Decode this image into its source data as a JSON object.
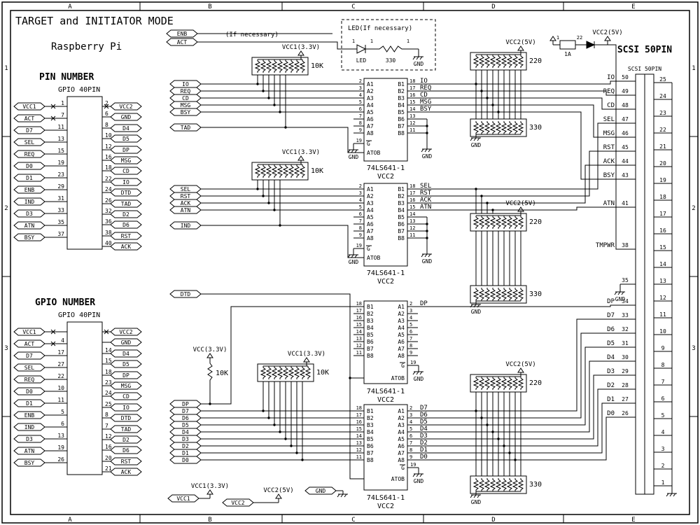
{
  "title": "TARGET and INITIATOR MODE",
  "frame": {
    "cols": [
      "A",
      "B",
      "C",
      "D",
      "E"
    ],
    "rows": [
      "1",
      "2",
      "3"
    ]
  },
  "rpi": {
    "heading": "Raspberry Pi",
    "connectors": [
      {
        "heading": "PIN NUMBER",
        "sub": "GPIO 40PIN",
        "left": [
          {
            "tag": "VCC1",
            "num": "1",
            "x": true
          },
          {
            "tag": "ACT",
            "num": "7",
            "x": true
          },
          {
            "tag": "D7",
            "num": "11"
          },
          {
            "tag": "SEL",
            "num": "13"
          },
          {
            "tag": "REQ",
            "num": "15"
          },
          {
            "tag": "D0",
            "num": "19"
          },
          {
            "tag": "D1",
            "num": "23"
          },
          {
            "tag": "ENB",
            "num": "29"
          },
          {
            "tag": "IND",
            "num": "31"
          },
          {
            "tag": "D3",
            "num": "33"
          },
          {
            "tag": "ATN",
            "num": "35"
          },
          {
            "tag": "BSY",
            "num": "37"
          }
        ],
        "right": [
          {
            "tag": "VCC2",
            "num": "2",
            "x": true
          },
          {
            "tag": "GND",
            "num": "6"
          },
          {
            "tag": "D4",
            "num": "8"
          },
          {
            "tag": "D5",
            "num": "10"
          },
          {
            "tag": "DP",
            "num": "12"
          },
          {
            "tag": "MSG",
            "num": "16"
          },
          {
            "tag": "CD",
            "num": "18"
          },
          {
            "tag": "IO",
            "num": "22"
          },
          {
            "tag": "DTD",
            "num": "24"
          },
          {
            "tag": "TAD",
            "num": "26"
          },
          {
            "tag": "D2",
            "num": "32"
          },
          {
            "tag": "D6",
            "num": "36"
          },
          {
            "tag": "RST",
            "num": "38"
          },
          {
            "tag": "ACK",
            "num": "40"
          }
        ]
      },
      {
        "heading": "GPIO NUMBER",
        "sub": "GPIO 40PIN",
        "left": [
          {
            "tag": "VCC1",
            "num": "",
            "x": true
          },
          {
            "tag": "ACT",
            "num": "4",
            "x": true
          },
          {
            "tag": "D7",
            "num": "17"
          },
          {
            "tag": "SEL",
            "num": "27"
          },
          {
            "tag": "REQ",
            "num": "22"
          },
          {
            "tag": "D0",
            "num": "10"
          },
          {
            "tag": "D1",
            "num": "11"
          },
          {
            "tag": "ENB",
            "num": "5"
          },
          {
            "tag": "IND",
            "num": "6"
          },
          {
            "tag": "D3",
            "num": "13"
          },
          {
            "tag": "ATN",
            "num": "19"
          },
          {
            "tag": "BSY",
            "num": "26"
          }
        ],
        "right": [
          {
            "tag": "VCC2",
            "num": "",
            "x": true
          },
          {
            "tag": "GND",
            "num": ""
          },
          {
            "tag": "D4",
            "num": "14"
          },
          {
            "tag": "D5",
            "num": "15"
          },
          {
            "tag": "DP",
            "num": "18"
          },
          {
            "tag": "MSG",
            "num": "23"
          },
          {
            "tag": "CD",
            "num": "24"
          },
          {
            "tag": "IO",
            "num": "25"
          },
          {
            "tag": "DTD",
            "num": "8"
          },
          {
            "tag": "TAD",
            "num": "7"
          },
          {
            "tag": "D2",
            "num": "12"
          },
          {
            "tag": "D6",
            "num": "16"
          },
          {
            "tag": "RST",
            "num": "20"
          },
          {
            "tag": "ACK",
            "num": "21"
          }
        ]
      }
    ]
  },
  "mid": {
    "enb": "ENB",
    "act": "ACT",
    "if_necessary": "(If necessary)",
    "chip1_inputs": [
      "IO",
      "REQ",
      "CD",
      "MSG",
      "BSY"
    ],
    "tad": "TAD",
    "chip2_inputs": [
      "SEL",
      "RST",
      "ACK",
      "ATN"
    ],
    "ind": "IND",
    "dtd": "DTD",
    "data_tags": [
      "DP",
      "D7",
      "D6",
      "D5",
      "D4",
      "D3",
      "D2",
      "D1",
      "D0"
    ]
  },
  "chips": [
    {
      "part": "74LS641-1",
      "power": "VCC2",
      "enable": "G",
      "enable_pin": "19",
      "dir": "ATOB",
      "left": [
        {
          "pin": "A1",
          "num": "2"
        },
        {
          "pin": "A2",
          "num": "3"
        },
        {
          "pin": "A3",
          "num": "4"
        },
        {
          "pin": "A4",
          "num": "5"
        },
        {
          "pin": "A5",
          "num": "6"
        },
        {
          "pin": "A6",
          "num": "7"
        },
        {
          "pin": "A7",
          "num": "8"
        },
        {
          "pin": "A8",
          "num": "9"
        }
      ],
      "right": [
        {
          "pin": "B1",
          "num": "18",
          "sig": "IO"
        },
        {
          "pin": "B2",
          "num": "17",
          "sig": "REQ"
        },
        {
          "pin": "B3",
          "num": "16",
          "sig": "CD"
        },
        {
          "pin": "B4",
          "num": "15",
          "sig": "MSG"
        },
        {
          "pin": "B5",
          "num": "14",
          "sig": "BSY"
        },
        {
          "pin": "B6",
          "num": "13"
        },
        {
          "pin": "B7",
          "num": "12"
        },
        {
          "pin": "B8",
          "num": "11"
        }
      ]
    },
    {
      "part": "74LS641-1",
      "power": "VCC2",
      "enable": "G",
      "enable_pin": "19",
      "dir": "ATOB",
      "left": [
        {
          "pin": "A1",
          "num": "2"
        },
        {
          "pin": "A2",
          "num": "3"
        },
        {
          "pin": "A3",
          "num": "4"
        },
        {
          "pin": "A4",
          "num": "5"
        },
        {
          "pin": "A5",
          "num": "6"
        },
        {
          "pin": "A6",
          "num": "7"
        },
        {
          "pin": "A7",
          "num": "8"
        },
        {
          "pin": "A8",
          "num": "9"
        }
      ],
      "right": [
        {
          "pin": "B1",
          "num": "18",
          "sig": "SEL"
        },
        {
          "pin": "B2",
          "num": "17",
          "sig": "RST"
        },
        {
          "pin": "B3",
          "num": "16",
          "sig": "ACK"
        },
        {
          "pin": "B4",
          "num": "15",
          "sig": "ATN"
        },
        {
          "pin": "B5",
          "num": "14"
        },
        {
          "pin": "B6",
          "num": "13"
        },
        {
          "pin": "B7",
          "num": "12"
        },
        {
          "pin": "B8",
          "num": "11"
        }
      ]
    },
    {
      "part": "74LS641-1",
      "power": "VCC2",
      "enable": "G",
      "enable_pin": "19",
      "dir": "ATOB",
      "left": [
        {
          "pin": "B1",
          "num": "18"
        },
        {
          "pin": "B2",
          "num": "17"
        },
        {
          "pin": "B3",
          "num": "16"
        },
        {
          "pin": "B4",
          "num": "15"
        },
        {
          "pin": "B5",
          "num": "14"
        },
        {
          "pin": "B6",
          "num": "13"
        },
        {
          "pin": "B7",
          "num": "12"
        },
        {
          "pin": "B8",
          "num": "11"
        }
      ],
      "right": [
        {
          "pin": "A1",
          "num": "2",
          "sig": "DP"
        },
        {
          "pin": "A2",
          "num": "3"
        },
        {
          "pin": "A3",
          "num": "4"
        },
        {
          "pin": "A4",
          "num": "5"
        },
        {
          "pin": "A5",
          "num": "6"
        },
        {
          "pin": "A6",
          "num": "7"
        },
        {
          "pin": "A7",
          "num": "8"
        },
        {
          "pin": "A8",
          "num": "9"
        }
      ]
    },
    {
      "part": "74LS641-1",
      "power": "VCC2",
      "enable": "G",
      "enable_pin": "19",
      "dir": "ATOB",
      "left": [
        {
          "pin": "B1",
          "num": "18"
        },
        {
          "pin": "B2",
          "num": "17"
        },
        {
          "pin": "B3",
          "num": "16"
        },
        {
          "pin": "B4",
          "num": "15"
        },
        {
          "pin": "B5",
          "num": "14"
        },
        {
          "pin": "B6",
          "num": "13"
        },
        {
          "pin": "B7",
          "num": "12"
        },
        {
          "pin": "B8",
          "num": "11"
        }
      ],
      "right": [
        {
          "pin": "A1",
          "num": "2",
          "sig": "D7"
        },
        {
          "pin": "A2",
          "num": "3",
          "sig": "D6"
        },
        {
          "pin": "A3",
          "num": "4",
          "sig": "D5"
        },
        {
          "pin": "A4",
          "num": "5",
          "sig": "D4"
        },
        {
          "pin": "A5",
          "num": "6",
          "sig": "D3"
        },
        {
          "pin": "A6",
          "num": "7",
          "sig": "D2"
        },
        {
          "pin": "A7",
          "num": "8",
          "sig": "D1"
        },
        {
          "pin": "A8",
          "num": "9",
          "sig": "D0"
        }
      ]
    }
  ],
  "parts": {
    "r10k": "10K",
    "r220": "220",
    "r330": "330"
  },
  "power": {
    "vcc1": "VCC1(3.3V)",
    "vcc": "VCC(3.3V)",
    "vcc2": "VCC2(5V)",
    "gnd": "GND"
  },
  "led": {
    "title": "LED(If necessary)",
    "led": "LED",
    "res": "330",
    "p1": "1",
    "p2": "1",
    "p3": "1",
    "gnd": "GND"
  },
  "fuse": {
    "p1": "1",
    "rating": "1A",
    "p2": "22",
    "power": "VCC2(5V)"
  },
  "legend": {
    "vcc1_tag": "VCC1",
    "vcc2_tag": "VCC2",
    "gnd_tag": "GND",
    "vcc1": "VCC1(3.3V)",
    "vcc2": "VCC2(5V)"
  },
  "scsi": {
    "heading": "SCSI 50PIN",
    "label": "SCSI 50PIN",
    "gnd": "GND",
    "pins": [
      {
        "name": "IO",
        "num": "50"
      },
      {
        "name": "REQ",
        "num": "49"
      },
      {
        "name": "CD",
        "num": "48"
      },
      {
        "name": "SEL",
        "num": "47"
      },
      {
        "name": "MSG",
        "num": "46"
      },
      {
        "name": "RST",
        "num": "45"
      },
      {
        "name": "ACK",
        "num": "44"
      },
      {
        "name": "BSY",
        "num": "43"
      },
      {
        "name": "ATN",
        "num": "41"
      },
      {
        "name": "TMPWR",
        "num": "38"
      },
      {
        "name": "",
        "num": "35",
        "gnd": true
      },
      {
        "name": "DP",
        "num": "34"
      },
      {
        "name": "D7",
        "num": "33"
      },
      {
        "name": "D6",
        "num": "32"
      },
      {
        "name": "D5",
        "num": "31"
      },
      {
        "name": "D4",
        "num": "30"
      },
      {
        "name": "D3",
        "num": "29"
      },
      {
        "name": "D2",
        "num": "28"
      },
      {
        "name": "D1",
        "num": "27"
      },
      {
        "name": "D0",
        "num": "26"
      }
    ],
    "right_nums": [
      "25",
      "24",
      "23",
      "22",
      "21",
      "20",
      "19",
      "18",
      "17",
      "16",
      "15",
      "14",
      "13",
      "12",
      "11",
      "10",
      "9",
      "8",
      "7",
      "6",
      "5",
      "4",
      "3",
      "2",
      "1"
    ]
  }
}
